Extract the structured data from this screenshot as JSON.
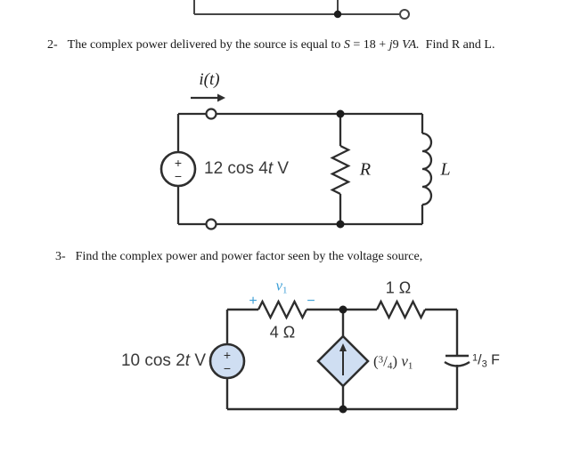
{
  "colors": {
    "wire": "#2e2e2e",
    "accent_blue": "#3d9fd6",
    "source_fill": "#cfdef2"
  },
  "problem2": {
    "number": "2-",
    "lead": "The complex power delivered by the source is equal to ",
    "math_S": "S",
    "math_mid": " = 18 + ",
    "math_j": "j",
    "math_nine": "9 ",
    "math_VA": "VA.",
    "tail": "  Find R and L."
  },
  "circuit2": {
    "current_label": "i(t)",
    "source_value": {
      "pre": "12 cos 4",
      "t": "t",
      "post": " V"
    },
    "source_plus": "+",
    "source_minus": "−",
    "resistor_label": "R",
    "inductor_label": "L"
  },
  "problem3": {
    "number": "3-",
    "text": "Find the complex power and power factor seen by the voltage source,"
  },
  "circuit3": {
    "source_value": {
      "pre": "10 cos 2",
      "t": "t",
      "post": " V"
    },
    "source_plus": "+",
    "source_minus": "−",
    "v1_marking": {
      "plus": "+",
      "var": "v",
      "sub": "1",
      "minus": "−"
    },
    "resistor1_label": "4 Ω",
    "resistor2_label": "1 Ω",
    "dep_source_label": {
      "open": "(",
      "sup": "3",
      "slash": "/",
      "sub": "4",
      "close": ") ",
      "var": "v",
      "varsub": "1"
    },
    "capacitor_label": {
      "sup": "1",
      "slash": "/",
      "sub": "3",
      "unit": " F"
    }
  }
}
